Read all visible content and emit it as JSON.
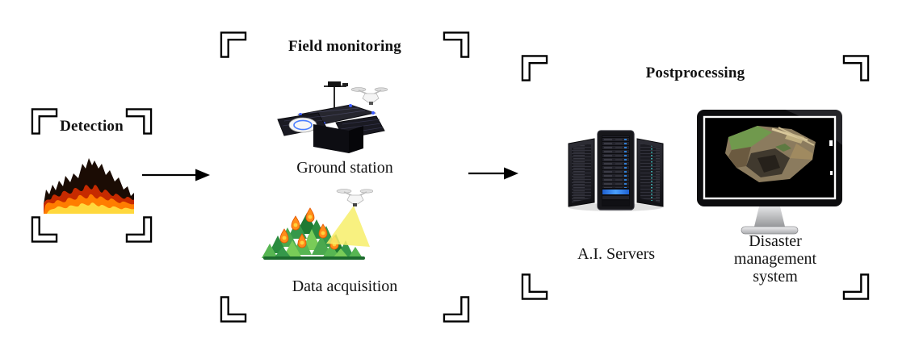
{
  "figure": {
    "type": "workflow-diagram",
    "background": "#ffffff"
  },
  "sections": {
    "detection": {
      "title": "Detection",
      "icon": "fire-icon"
    },
    "field_monitoring": {
      "title": "Field monitoring",
      "items": [
        {
          "caption": "Ground station",
          "icon": "ground-station-icon"
        },
        {
          "caption": "Data acquisition",
          "icon": "drone-forest-fire-icon"
        }
      ]
    },
    "postprocessing": {
      "title": "Postprocessing",
      "items": [
        {
          "caption": "A.I. Servers",
          "icon": "server-rack-icon"
        },
        {
          "caption": "Disaster management system",
          "icon": "monitor-terrain-map-icon"
        }
      ]
    }
  },
  "connectors": [
    {
      "name": "detection-to-field-monitoring",
      "type": "arrow-right"
    },
    {
      "name": "field-monitoring-to-postprocessing",
      "type": "arrow-right"
    }
  ],
  "colors": {
    "text": "#111111",
    "arrow": "#000000",
    "bracket_stroke": "#000000",
    "flame_orange": "#ff7d00",
    "flame_yellow": "#ffd83d",
    "scan_cone_yellow": "#f7ee6a",
    "forest_green": "#35984a",
    "server_led_blue": "#2e6fd8",
    "server_led_teal": "#2fbdbd",
    "monitor_stand_silver": "#c7c8ca"
  }
}
